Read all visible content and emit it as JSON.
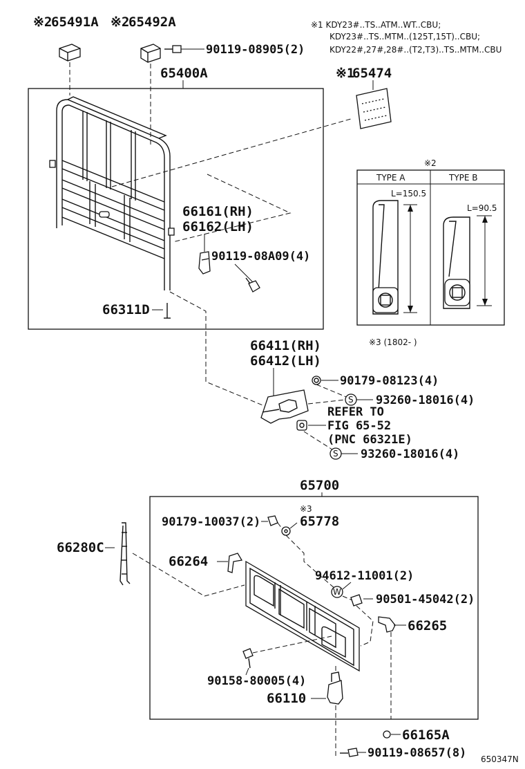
{
  "labels": {
    "p65491A": "65491A",
    "p65492A": "65492A",
    "ref_mark_2": "※2",
    "ref_mark_1": "※1",
    "ref_mark_3": "※3",
    "p65400A": "65400A",
    "p90119_08905": "90119-08905(2)",
    "p65474": "65474",
    "p66161": "66161(RH)",
    "p66162": "66162(LH)",
    "p90119_08A09": "90119-08A09(4)",
    "p66311D": "66311D",
    "p66411": "66411(RH)",
    "p66412": "66412(LH)",
    "p90179_08123": "90179-08123(4)",
    "p93260_a": "93260-18016(4)",
    "refer_line1": "REFER TO",
    "refer_line2": "FIG 65-52",
    "refer_line3": "(PNC 66321E)",
    "p93260_b": "93260-18016(4)",
    "p65700": "65700",
    "p90179_10037": "90179-10037(2)",
    "p65778": "65778",
    "p66280C": "66280C",
    "p66264": "66264",
    "p94612": "94612-11001(2)",
    "p90501": "90501-45042(2)",
    "p66265": "66265",
    "p90158": "90158-80005(4)",
    "p66110": "66110",
    "p66165A": "66165A",
    "p90119_08657": "90119-08657(8)",
    "fig_code": "650347N",
    "s_mark": "S",
    "w_mark": "W"
  },
  "notes": {
    "n1_line1": "※1 KDY23#..TS..ATM..WT..CBU;",
    "n1_line2": "KDY23#..TS..MTM..(125T,15T)..CBU;",
    "n1_line3": "KDY22#,27#,28#..(T2,T3)..TS..MTM..CBU",
    "n3": "※3 (1802-        )"
  },
  "type_table": {
    "mark": "※2",
    "type_a": "TYPE A",
    "type_b": "TYPE B",
    "len_a": "L=150.5",
    "len_b": "L=90.5"
  }
}
